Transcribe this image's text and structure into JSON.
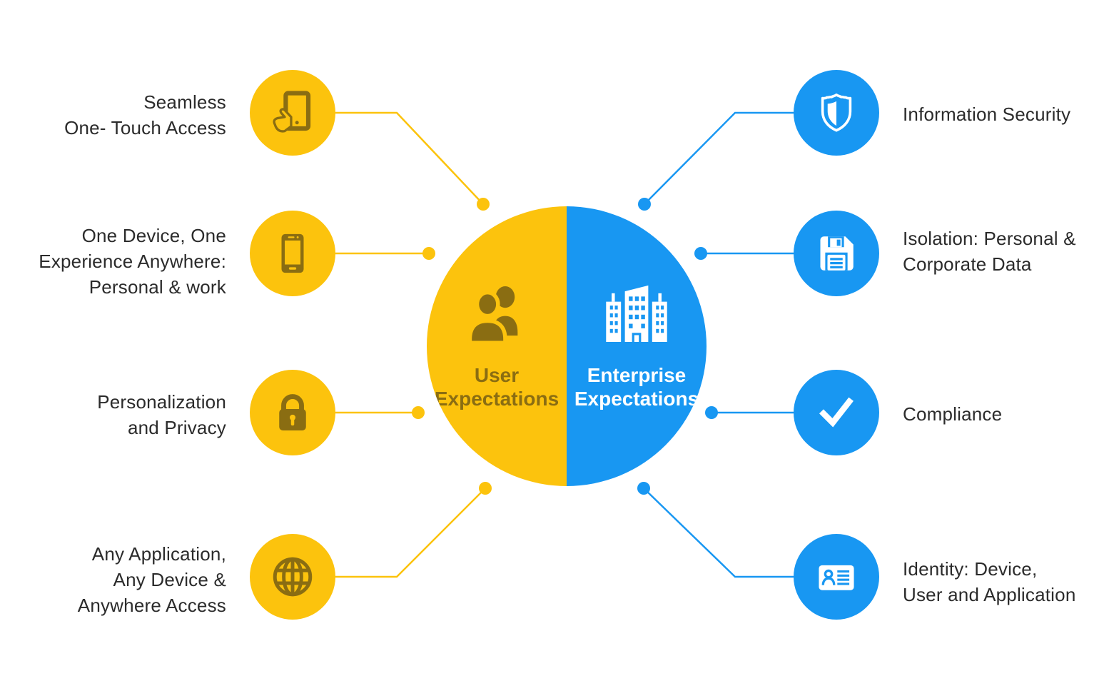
{
  "colors": {
    "yellow": "#FCC30D",
    "olive": "#8A6D12",
    "blue": "#1897F2",
    "text": "#2B2B2B",
    "white": "#FFFFFF"
  },
  "center": {
    "left": {
      "title_line1": "User",
      "title_line2": "Expectations",
      "icon": "users-icon"
    },
    "right": {
      "title_line1": "Enterprise",
      "title_line2": "Expectations",
      "icon": "buildings-icon"
    }
  },
  "left_items": [
    {
      "icon": "tablet-touch-icon",
      "label_lines": [
        "Seamless",
        "One- Touch Access"
      ]
    },
    {
      "icon": "smartphone-icon",
      "label_lines": [
        "One Device, One",
        "Experience Anywhere:",
        "Personal & work"
      ]
    },
    {
      "icon": "padlock-icon",
      "label_lines": [
        "Personalization",
        "and Privacy"
      ]
    },
    {
      "icon": "globe-icon",
      "label_lines": [
        "Any Application,",
        "Any Device &",
        "Anywhere Access"
      ]
    }
  ],
  "right_items": [
    {
      "icon": "shield-icon",
      "label_lines": [
        "Information Security"
      ]
    },
    {
      "icon": "floppy-disk-icon",
      "label_lines": [
        "Isolation: Personal &",
        "Corporate Data"
      ]
    },
    {
      "icon": "checkmark-icon",
      "label_lines": [
        "Compliance"
      ]
    },
    {
      "icon": "id-card-icon",
      "label_lines": [
        "Identity: Device,",
        "User and Application"
      ]
    }
  ]
}
